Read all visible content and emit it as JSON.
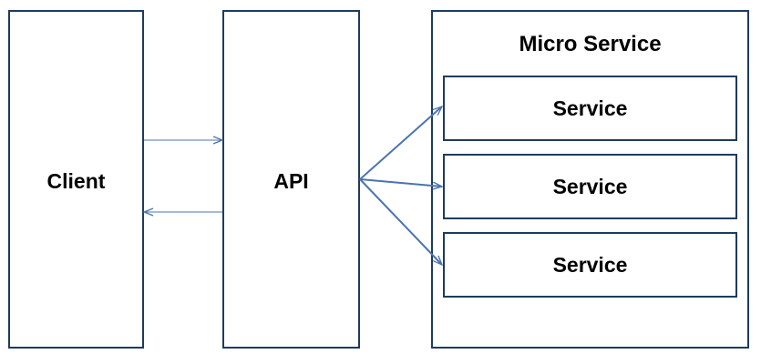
{
  "client": {
    "label": "Client"
  },
  "api": {
    "label": "API"
  },
  "micro_service": {
    "title": "Micro Service",
    "services": [
      {
        "label": "Service"
      },
      {
        "label": "Service"
      },
      {
        "label": "Service"
      }
    ]
  },
  "colors": {
    "border": "#1f3b5c",
    "arrow": "#4a74b0"
  }
}
